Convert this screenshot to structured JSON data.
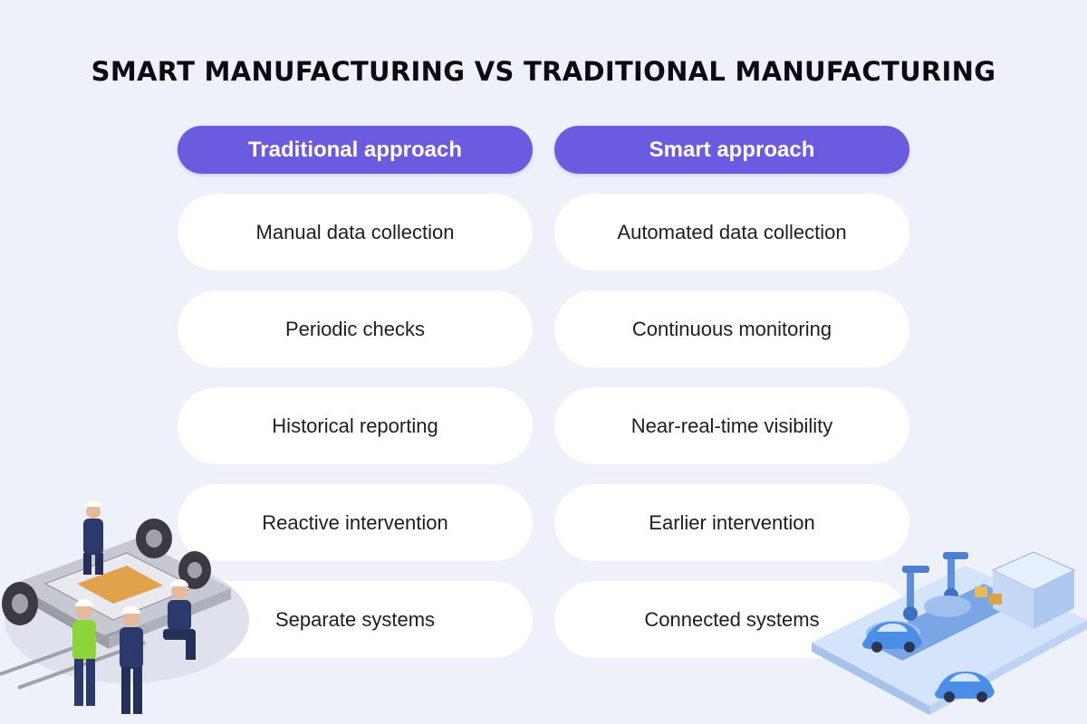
{
  "title": "SMART MANUFACTURING VS TRADITIONAL MANUFACTURING",
  "columns": {
    "traditional": {
      "header": "Traditional approach",
      "items": [
        "Manual data collection",
        "Periodic checks",
        "Historical reporting",
        "Reactive intervention",
        "Separate systems"
      ]
    },
    "smart": {
      "header": "Smart approach",
      "items": [
        "Automated data collection",
        "Continuous monitoring",
        "Near-real-time visibility",
        "Earlier intervention",
        "Connected systems"
      ]
    }
  },
  "colors": {
    "background": "#eef0fa",
    "header_fill": "#6a5be0",
    "item_fill": "#ffffff",
    "title_text": "#0b0b14"
  },
  "illustrations": {
    "left": "workers-assembly-line-illustration",
    "right": "automated-car-factory-illustration"
  }
}
